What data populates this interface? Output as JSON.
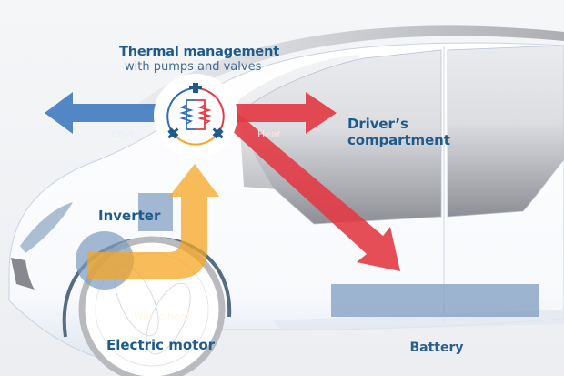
{
  "diagram": {
    "title": "Thermal management",
    "subtitle": "with pumps and valves",
    "components": {
      "inverter": "Inverter",
      "electric_motor": "Electric motor",
      "battery": "Battery",
      "drivers_compartment_line1": "Driver’s",
      "drivers_compartment_line2": "compartment"
    },
    "flows": [
      {
        "id": "cold",
        "label": "Cold",
        "from": "Thermal management",
        "to": "exterior (left)",
        "color": "#4a7fc1"
      },
      {
        "id": "heat",
        "label": "Heat",
        "from": "Thermal management",
        "to": "Driver’s compartment",
        "color": "#e23b45"
      },
      {
        "id": "heat-battery",
        "label": "",
        "from": "Thermal management",
        "to": "Battery",
        "color": "#e23b45"
      },
      {
        "id": "waste-heat",
        "label": "Waste heat",
        "from": "Electric motor / Inverter",
        "to": "Thermal management",
        "color": "#f6a623"
      }
    ],
    "hub_icon": "heat-exchanger-with-valves-icon"
  },
  "colors": {
    "text_blue": "#1f5a8c",
    "cold_blue": "#4a7fc1",
    "heat_red": "#e23b45",
    "waste_orange": "#f6a623",
    "component_slate": "#7f9cc0",
    "car_body": "#ffffff",
    "background": "#f1f2f4"
  }
}
